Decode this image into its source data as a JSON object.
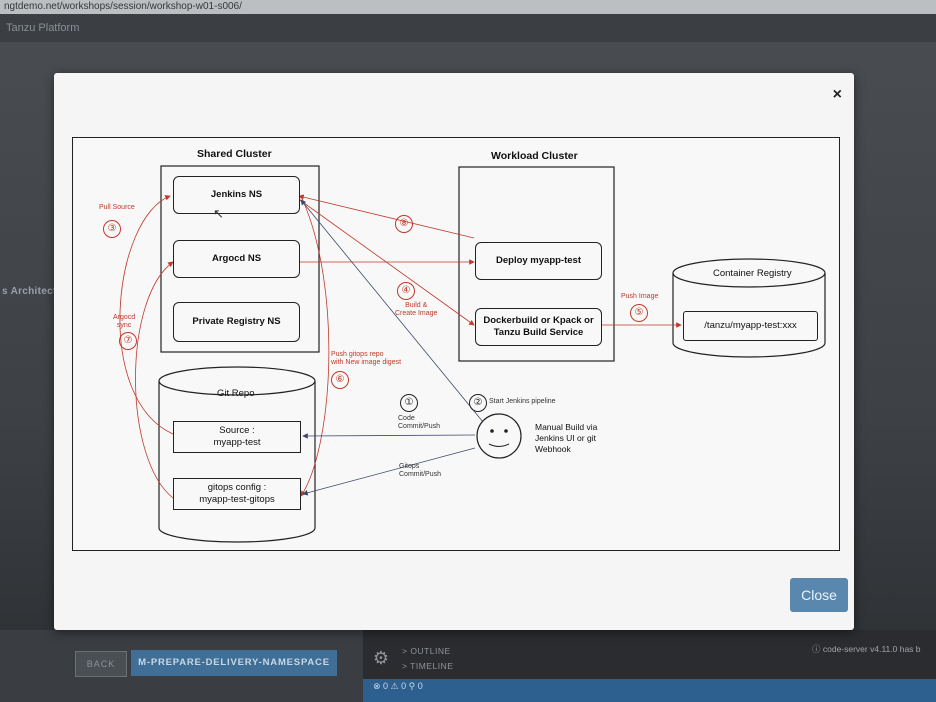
{
  "background": {
    "url": "ngtdemo.net/workshops/session/workshop-w01-s006/",
    "header_title": "Tanzu Platform",
    "side_text": "s Architectu",
    "back_label": "BACK",
    "step_label": "M-PREPARE-DELIVERY-NAMESPACE",
    "outline_label": "OUTLINE",
    "timeline_label": "TIMELINE",
    "status_text": "⊗ 0 ⚠ 0   ⚲ 0",
    "toast_text": "ⓘ code-server v4.11.0 has b"
  },
  "modal": {
    "close_x": "×",
    "close_button": "Close"
  },
  "diagram": {
    "shared_cluster": "Shared Cluster",
    "workload_cluster": "Workload Cluster",
    "jenkins_ns": "Jenkins NS",
    "argocd_ns": "Argocd NS",
    "private_registry_ns": "Private Registry NS",
    "git_repo": "Git Repo",
    "source_line1": "Source :",
    "source_line2": "myapp-test",
    "gitops_line1": "gitops config :",
    "gitops_line2": "myapp-test-gitops",
    "deploy": "Deploy myapp-test",
    "build_line1": "Dockerbuild or Kpack or",
    "build_line2": "Tanzu Build Service",
    "container_registry": "Container Registry",
    "registry_image": "/tanzu/myapp-test:xxx",
    "pull_source": "Pull Source",
    "argocd_sync_line1": "Argocd",
    "argocd_sync_line2": "sync",
    "build_create_line1": "Build &",
    "build_create_line2": "Create Image",
    "push_image": "Push Image",
    "push_gitops_line1": "Push gitops repo",
    "push_gitops_line2": "with New image digest",
    "code_commit_line1": "Code",
    "code_commit_line2": "Commit/Push",
    "gitops_commit_line1": "Gitops",
    "gitops_commit_line2": "Commit/Push",
    "start_jenkins": "Start Jenkins pipeline",
    "manual_line1": "Manual Build via",
    "manual_line2": "Jenkins UI or git",
    "manual_line3": "Webhook",
    "step1": "①",
    "step2": "②",
    "step3": "③",
    "step4": "④",
    "step5": "⑤",
    "step6": "⑥",
    "step7": "⑦",
    "step8": "⑧"
  }
}
